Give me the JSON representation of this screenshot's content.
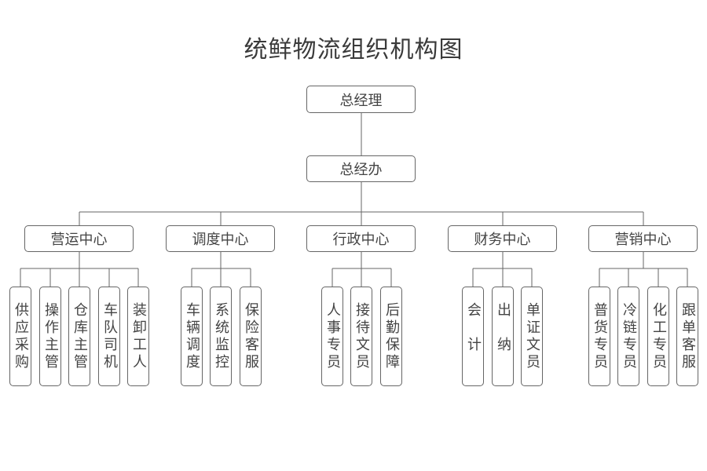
{
  "title": "统鲜物流组织机构图",
  "root": "总经理",
  "office": "总经办",
  "departments": [
    {
      "name": "营运中心",
      "roles": [
        "供应采购",
        "操作主管",
        "仓库主管",
        "车队司机",
        "装卸工人"
      ]
    },
    {
      "name": "调度中心",
      "roles": [
        "车辆调度",
        "系统监控",
        "保险客服"
      ]
    },
    {
      "name": "行政中心",
      "roles": [
        "人事专员",
        "接待文员",
        "后勤保障"
      ]
    },
    {
      "name": "财务中心",
      "roles": [
        "会计",
        "出纳",
        "单证文员"
      ]
    },
    {
      "name": "营销中心",
      "roles": [
        "普货专员",
        "冷链专员",
        "化工专员",
        "跟单客服"
      ]
    }
  ]
}
